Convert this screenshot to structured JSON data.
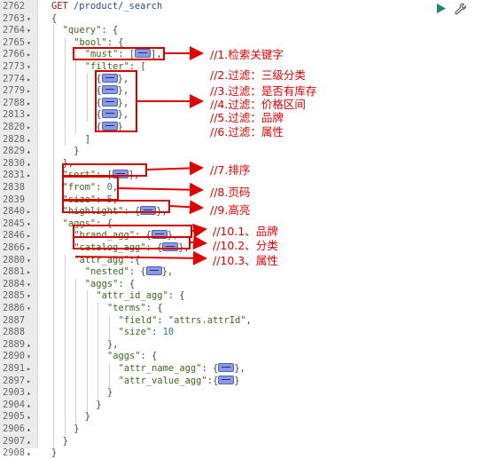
{
  "toolbar": {
    "run_label": "run",
    "settings_label": "settings"
  },
  "lines": [
    {
      "num": "2762",
      "fold": "",
      "indent": 0,
      "html": "<span class='m'>GET</span> <span class='k'>/product/_search</span>"
    },
    {
      "num": "2763",
      "fold": "▾",
      "indent": 0,
      "html": "{"
    },
    {
      "num": "2764",
      "fold": "▾",
      "indent": 1,
      "html": "<span class='s'>\"query\"</span>: {"
    },
    {
      "num": "2765",
      "fold": "▾",
      "indent": 2,
      "html": "<span class='s'>\"bool\"</span>: {"
    },
    {
      "num": "2766",
      "fold": "▸",
      "indent": 3,
      "html": "<span class='s'>\"must\"</span>: [<span class='coll'></span>],"
    },
    {
      "num": "2773",
      "fold": "▾",
      "indent": 3,
      "html": "<span class='s'>\"filter\"</span>: ["
    },
    {
      "num": "2774",
      "fold": "▸",
      "indent": 4,
      "html": "{<span class='coll'></span>},"
    },
    {
      "num": "2779",
      "fold": "▸",
      "indent": 4,
      "html": "{<span class='coll'></span>},"
    },
    {
      "num": "2788",
      "fold": "▸",
      "indent": 4,
      "html": "{<span class='coll'></span>},"
    },
    {
      "num": "2813",
      "fold": "▸",
      "indent": 4,
      "html": "{<span class='coll'></span>},"
    },
    {
      "num": "2820",
      "fold": "▸",
      "indent": 4,
      "html": "{<span class='coll'></span>}"
    },
    {
      "num": "2828",
      "fold": "▴",
      "indent": 3,
      "html": "]"
    },
    {
      "num": "2829",
      "fold": "▴",
      "indent": 2,
      "html": "}"
    },
    {
      "num": "2830",
      "fold": "▴",
      "indent": 1,
      "html": "},"
    },
    {
      "num": "2831",
      "fold": "▸",
      "indent": 1,
      "html": "<span class='s'>\"sort\"</span>: [<span class='coll'></span>],"
    },
    {
      "num": "2838",
      "fold": "",
      "indent": 1,
      "html": "<span class='s'>\"from\"</span>: <span class='n'>0</span>,"
    },
    {
      "num": "2839",
      "fold": "",
      "indent": 1,
      "html": "<span class='s'>\"size\"</span>: <span class='n'>5</span>,"
    },
    {
      "num": "2840",
      "fold": "▸",
      "indent": 1,
      "html": "<span class='s'>\"highlight\"</span>: {<span class='coll'></span>},"
    },
    {
      "num": "2845",
      "fold": "▾",
      "indent": 1,
      "html": "<span class='s'>\"aggs\"</span>: {"
    },
    {
      "num": "2846",
      "fold": "▸",
      "indent": 2,
      "html": "<span class='s'>\"brand_agg\"</span>: {<span class='coll'></span>},"
    },
    {
      "num": "2866",
      "fold": "▸",
      "indent": 2,
      "html": "<span class='s'>\"catalog_agg\"</span>: {<span class='coll'></span>},"
    },
    {
      "num": "2880",
      "fold": "▾",
      "indent": 2,
      "html": "<span class='s'>\"attr_agg\"</span>:{"
    },
    {
      "num": "2881",
      "fold": "▸",
      "indent": 3,
      "html": "<span class='s'>\"nested\"</span>: {<span class='coll'></span>},"
    },
    {
      "num": "2884",
      "fold": "▾",
      "indent": 3,
      "html": "<span class='s'>\"aggs\"</span>: {"
    },
    {
      "num": "2885",
      "fold": "▾",
      "indent": 4,
      "html": "<span class='s'>\"attr_id_agg\"</span>: {"
    },
    {
      "num": "2886",
      "fold": "▾",
      "indent": 5,
      "html": "<span class='s'>\"terms\"</span>: {"
    },
    {
      "num": "2887",
      "fold": "",
      "indent": 6,
      "html": "<span class='s'>\"field\"</span>: <span class='s'>\"attrs.attrId\"</span>,"
    },
    {
      "num": "2888",
      "fold": "",
      "indent": 6,
      "html": "<span class='s'>\"size\"</span>: <span class='n'>10</span>"
    },
    {
      "num": "2889",
      "fold": "▴",
      "indent": 5,
      "html": "},"
    },
    {
      "num": "2890",
      "fold": "▾",
      "indent": 5,
      "html": "<span class='s'>\"aggs\"</span>: {"
    },
    {
      "num": "2891",
      "fold": "▸",
      "indent": 6,
      "html": "<span class='s'>\"attr_name_agg\"</span>: {<span class='coll'></span>},"
    },
    {
      "num": "2897",
      "fold": "▸",
      "indent": 6,
      "html": "<span class='s'>\"attr_value_agg\"</span>:{<span class='coll'></span>}"
    },
    {
      "num": "2903",
      "fold": "▴",
      "indent": 5,
      "html": "}"
    },
    {
      "num": "2904",
      "fold": "▴",
      "indent": 4,
      "html": "}"
    },
    {
      "num": "2905",
      "fold": "▴",
      "indent": 3,
      "html": "}"
    },
    {
      "num": "2906",
      "fold": "▴",
      "indent": 2,
      "html": "}"
    },
    {
      "num": "2907",
      "fold": "▴",
      "indent": 1,
      "html": "}"
    },
    {
      "num": "2908",
      "fold": "▴",
      "indent": 0,
      "html": "}"
    }
  ],
  "annotations": {
    "a1": "//1.检索关键字",
    "a2": "//2.过滤：三级分类",
    "a3": "//3.过滤：是否有库存",
    "a4": "//4.过滤：价格区间",
    "a5": "//5.过滤：品牌",
    "a6": "//6.过滤：属性",
    "a7": "//7.排序",
    "a8": "//8.页码",
    "a9": "//9.高亮",
    "a10_1": "//10.1、品牌",
    "a10_2": "//10.2、分类",
    "a10_3": "//10.3、属性"
  },
  "colors": {
    "annotation": "#e00000",
    "run": "#1a8a6e",
    "gutter": "#ebebeb"
  },
  "icons": {
    "run": "play-icon",
    "settings": "wrench-icon"
  }
}
